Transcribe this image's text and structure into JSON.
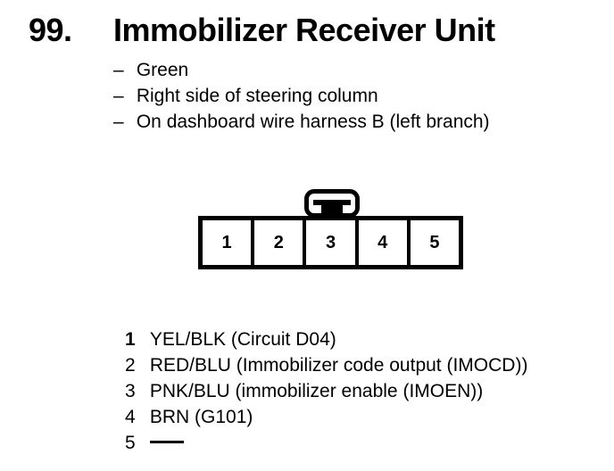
{
  "page": {
    "background_color": "#ffffff",
    "ink_color": "#000000"
  },
  "header": {
    "number": "99.",
    "title": "Immobilizer Receiver Unit"
  },
  "description": {
    "bullet_char": "–",
    "items": [
      "Green",
      "Right side of steering column",
      "On dashboard wire harness B (left branch)"
    ]
  },
  "connector": {
    "type": "5-cavity connector, locking tab on top centered over cavity 3",
    "cavity_count": 5,
    "lock_tab_over_cavity": "3",
    "cavities": [
      {
        "number": "1"
      },
      {
        "number": "2"
      },
      {
        "number": "3"
      },
      {
        "number": "4"
      },
      {
        "number": "5"
      }
    ]
  },
  "pin_legend": {
    "rows": [
      {
        "number": "1",
        "label": "YEL/BLK (Circuit D04)",
        "blank": false
      },
      {
        "number": "2",
        "label": "RED/BLU (Immobilizer code output (IMOCD))",
        "blank": false
      },
      {
        "number": "3",
        "label": "PNK/BLU (immobilizer enable (IMOEN))",
        "blank": false
      },
      {
        "number": "4",
        "label": "BRN (G101)",
        "blank": false
      },
      {
        "number": "5",
        "label": "",
        "blank": true
      }
    ]
  }
}
